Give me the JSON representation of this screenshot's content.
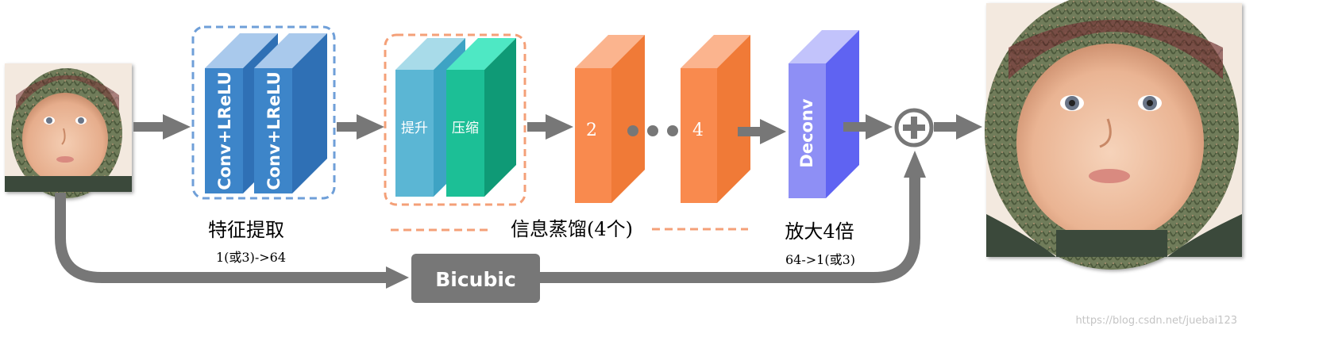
{
  "diagram": {
    "feature_block": {
      "layer1_label": "Conv+LReLU",
      "layer2_label": "Conv+LReLU",
      "caption": "特征提取",
      "sub_caption": "1(或3)->64"
    },
    "distill_block": {
      "enhance_label": "提升",
      "compress_label": "压缩",
      "caption": "信息蒸馏(4个)",
      "block2_label": "2",
      "block4_label": "4"
    },
    "upsample_block": {
      "deconv_label": "Deconv",
      "caption": "放大4倍",
      "sub_caption": "64->1(或3)"
    },
    "bicubic_label": "Bicubic",
    "watermark": "https://blog.csdn.net/juebai123",
    "colors": {
      "conv_blue": "#3d85c9",
      "enhance_blue": "#5bb6d4",
      "compress_green": "#1cbf96",
      "orange": "#f98a4e",
      "deconv_purple": "#8e8ff5",
      "arrow_gray": "#777777",
      "dash_blue": "#6f9fd8",
      "dash_orange": "#f4a078"
    }
  }
}
